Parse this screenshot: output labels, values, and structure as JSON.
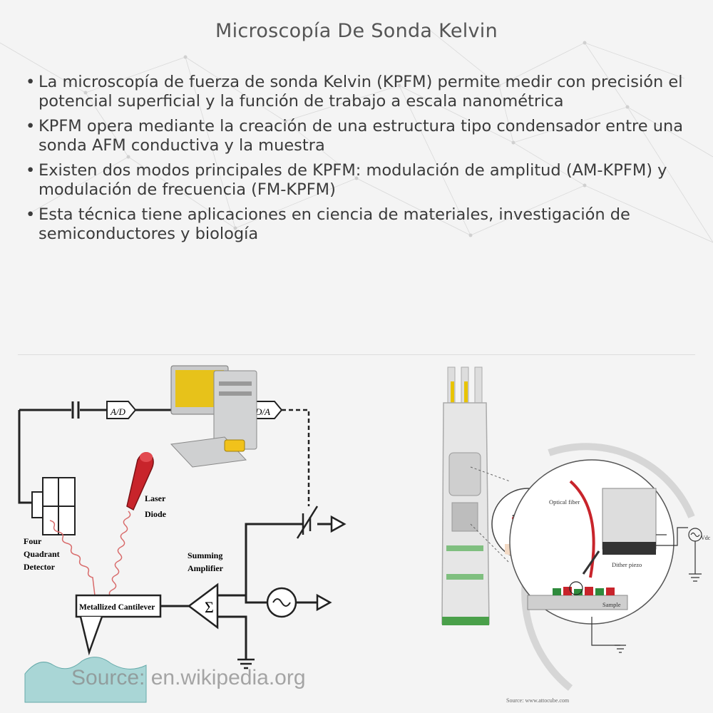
{
  "title": "Microscopía De Sonda Kelvin",
  "bullets": [
    "La microscopía de fuerza de sonda Kelvin (KPFM) permite medir con precisión el potencial superficial y la función de trabajo a escala nanométrica",
    "KPFM opera mediante la creación de una estructura tipo condensador entre una sonda AFM conductiva y la muestra",
    "Existen dos modos principales de KPFM: modulación de amplitud (AM-KPFM) y modulación de frecuencia (FM-KPFM)",
    "Esta técnica tiene aplicaciones en ciencia de materiales, investigación de semiconductores y biología"
  ],
  "left_diagram": {
    "ad_label": "A/D",
    "da_label": "D/A",
    "laser_label_1": "Laser",
    "laser_label_2": "Diode",
    "detector_label_1": "Four",
    "detector_label_2": "Quadrant",
    "detector_label_3": "Detector",
    "summing_label_1": "Summing",
    "summing_label_2": "Amplifier",
    "sigma": "Σ",
    "cantilever_label": "Metallized Cantilever",
    "source": "Source: en.wikipedia.org"
  },
  "right_diagram": {
    "optical_fiber": "Optical fiber",
    "dither_piezo": "Dither piezo",
    "sample": "Sample",
    "v_label": "V",
    "vdc": "Vdc",
    "source": "Source: www.attocube.com"
  },
  "colors": {
    "laser_red": "#c8242b",
    "sample_green": "#2e8b3c",
    "yellow": "#e8c400",
    "wave_fill": "#a9d6d6"
  }
}
